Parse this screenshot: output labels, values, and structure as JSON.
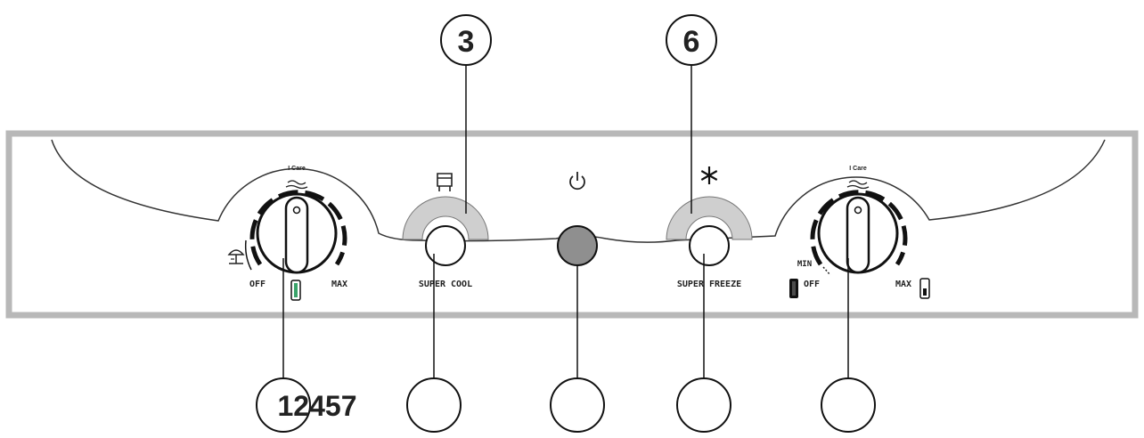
{
  "callouts": {
    "top_left": "3",
    "top_right": "6",
    "bottom_first": "12457",
    "bottom_2": "",
    "bottom_3": "",
    "bottom_4": "",
    "bottom_5": ""
  },
  "left_dial": {
    "top_label": "I Care",
    "off_label": "OFF",
    "max_label": "MAX"
  },
  "right_dial": {
    "top_label": "I Care",
    "min_label": "MIN",
    "off_label": "OFF",
    "max_label": "MAX"
  },
  "buttons": {
    "super_cool_label": "SUPER COOL",
    "super_freeze_label": "SUPER FREEZE"
  },
  "icons": {
    "super_cool": "drawer-icon",
    "power": "power-icon",
    "super_freeze": "snowflake-icon",
    "vacation": "umbrella-icon"
  },
  "colors": {
    "panel_border": "#b8b8b8",
    "power_button": "#8f8f8f",
    "button_arc": "#cfcfcf",
    "indicator_green": "#3aa36a"
  }
}
